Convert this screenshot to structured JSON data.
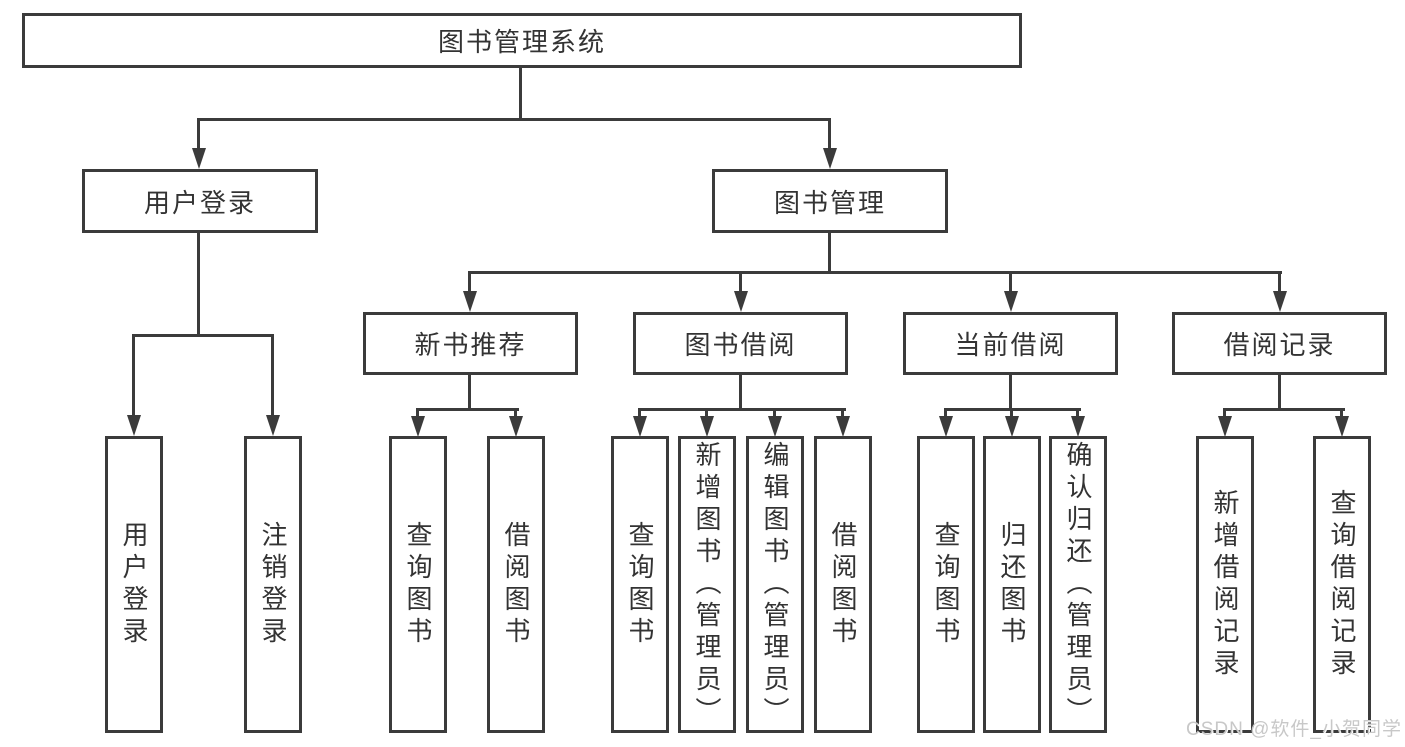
{
  "colors": {
    "line": "#3b3b3b",
    "text": "#333333",
    "watermark": "#c8c8c8",
    "background": "#ffffff"
  },
  "watermark": {
    "text": "CSDN @软件_小贺同学"
  },
  "diagram": {
    "type": "hierarchy-tree",
    "root": {
      "label": "图书管理系统"
    },
    "branches": [
      {
        "label": "用户登录",
        "children": [
          {
            "label": "用户登录"
          },
          {
            "label": "注销登录"
          }
        ]
      },
      {
        "label": "图书管理",
        "children": [
          {
            "label": "新书推荐",
            "children": [
              {
                "label": "查询图书"
              },
              {
                "label": "借阅图书"
              }
            ]
          },
          {
            "label": "图书借阅",
            "children": [
              {
                "label": "查询图书"
              },
              {
                "label": "新增图书（管理员）"
              },
              {
                "label": "编辑图书（管理员）"
              },
              {
                "label": "借阅图书"
              }
            ]
          },
          {
            "label": "当前借阅",
            "children": [
              {
                "label": "查询图书"
              },
              {
                "label": "归还图书"
              },
              {
                "label": "确认归还（管理员）"
              }
            ]
          },
          {
            "label": "借阅记录",
            "children": [
              {
                "label": "新增借阅记录"
              },
              {
                "label": "查询借阅记录"
              }
            ]
          }
        ]
      }
    ]
  }
}
